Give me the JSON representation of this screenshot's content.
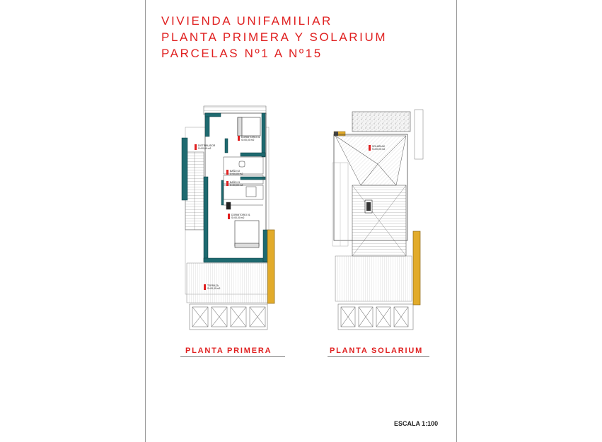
{
  "title": {
    "line1": "VIVIENDA UNIFAMILIAR",
    "line2": "PLANTA PRIMERA Y SOLARIUM",
    "line3": "PARCELAS Nº1 A Nº15"
  },
  "captions": {
    "first_floor": "PLANTA PRIMERA",
    "solarium": "PLANTA SOLARIUM"
  },
  "scale": "ESCALA 1:100",
  "colors": {
    "title_red": "#e02020",
    "wall_teal": "#1e6a70",
    "awning_yellow": "#e2ab2a"
  }
}
